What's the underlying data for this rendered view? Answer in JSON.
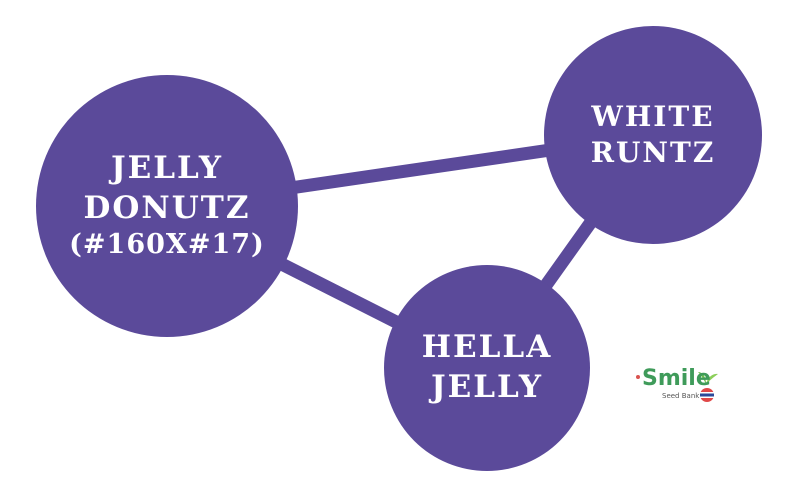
{
  "colors": {
    "node_fill": "#5b4a9a",
    "edge": "#5b4a9a",
    "text": "#ffffff",
    "background": "#ffffff"
  },
  "nodes": [
    {
      "id": "jelly-donutz",
      "lines": [
        "JELLY",
        "DONUTZ",
        "(#160X#17)"
      ]
    },
    {
      "id": "white-runtz",
      "lines": [
        "WHITE",
        "RUNTZ"
      ]
    },
    {
      "id": "hella-jelly",
      "lines": [
        "HELLA",
        "JELLY"
      ]
    }
  ],
  "edges": [
    {
      "from": "jelly-donutz",
      "to": "white-runtz"
    },
    {
      "from": "jelly-donutz",
      "to": "hella-jelly"
    },
    {
      "from": "white-runtz",
      "to": "hella-jelly"
    }
  ],
  "logo": {
    "text": "Smile",
    "subtitle": "Seed Bank"
  }
}
